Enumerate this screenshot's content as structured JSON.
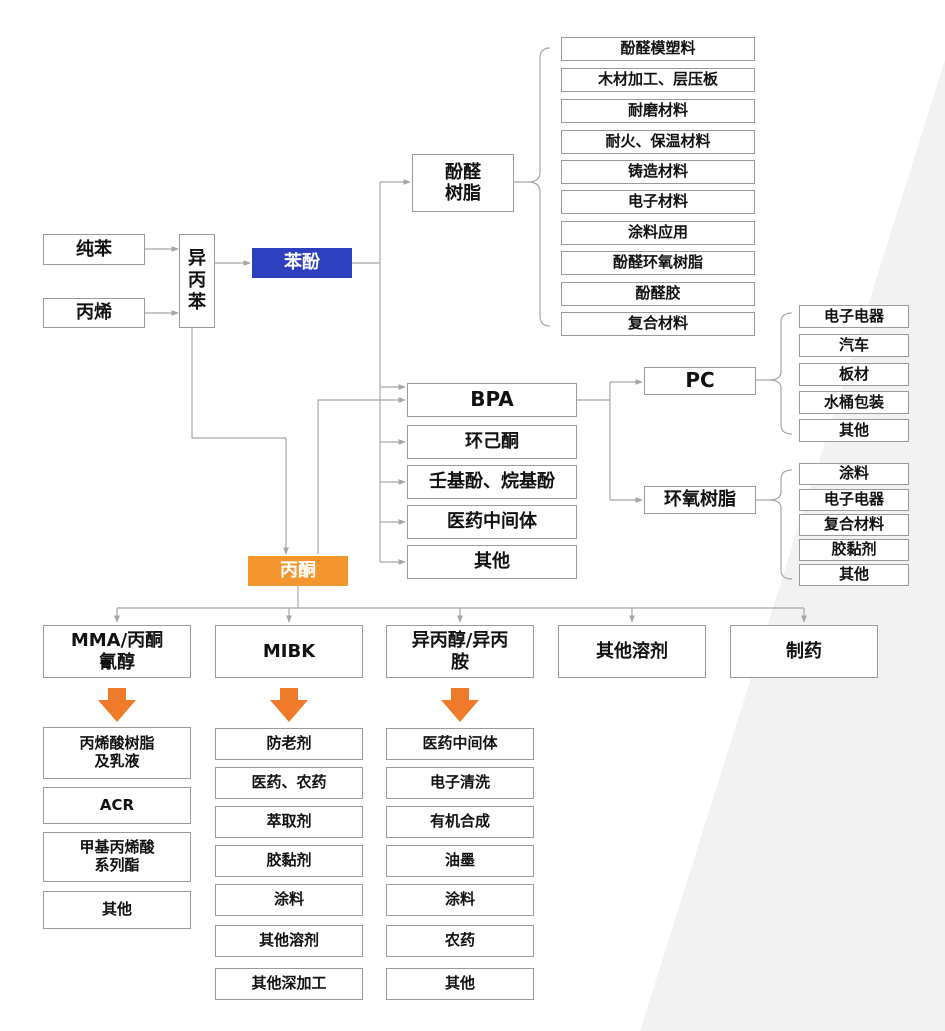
{
  "colors": {
    "phenol_fill": "#2e3fbf",
    "acetone_fill": "#f4962e",
    "down_arrow": "#ef7a2a",
    "line": "#a6a6a6",
    "box_border": "#9a9a9a"
  },
  "nodes": {
    "benzene": "纯苯",
    "propylene": "丙烯",
    "cumene": "异\n丙\n苯",
    "phenol": "苯酚",
    "acetone": "丙酮",
    "phenolic_resin": "酚醛\n树脂",
    "bpa": "BPA",
    "cyclohexanone": "环己酮",
    "alkylphenol": "壬基酚、烷基酚",
    "pharma_intermediate": "医药中间体",
    "phenol_other": "其他",
    "pc": "PC",
    "epoxy": "环氧树脂"
  },
  "phenolic_uses": [
    "酚醛模塑料",
    "木材加工、层压板",
    "耐磨材料",
    "耐火、保温材料",
    "铸造材料",
    "电子材料",
    "涂料应用",
    "酚醛环氧树脂",
    "酚醛胶",
    "复合材料"
  ],
  "pc_uses": [
    "电子电器",
    "汽车",
    "板材",
    "水桶包装",
    "其他"
  ],
  "epoxy_uses": [
    "涂料",
    "电子电器",
    "复合材料",
    "胶黏剂",
    "其他"
  ],
  "acetone_products": [
    "MMA/丙酮\n氰醇",
    "MIBK",
    "异丙醇/异丙\n胺",
    "其他溶剂",
    "制药"
  ],
  "mma_uses": [
    "丙烯酸树脂\n及乳液",
    "ACR",
    "甲基丙烯酸\n系列酯",
    "其他"
  ],
  "mibk_uses": [
    "防老剂",
    "医药、农药",
    "萃取剂",
    "胶黏剂",
    "涂料",
    "其他溶剂",
    "其他深加工"
  ],
  "ipa_uses": [
    "医药中间体",
    "电子清洗",
    "有机合成",
    "油墨",
    "涂料",
    "农药",
    "其他"
  ]
}
